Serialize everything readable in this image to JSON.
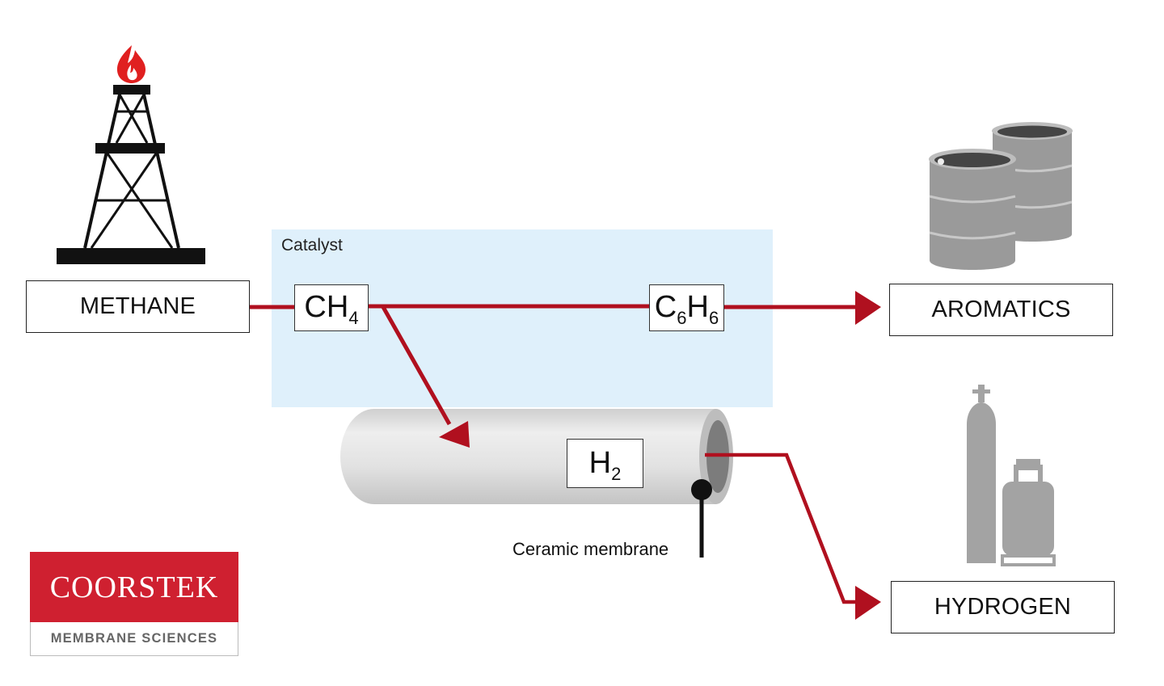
{
  "labels": {
    "methane": "METHANE",
    "aromatics": "AROMATICS",
    "hydrogen": "HYDROGEN",
    "catalyst": "Catalyst",
    "ceramic_membrane": "Ceramic membrane"
  },
  "formulas": {
    "ch4": {
      "a": "CH",
      "a_sub": "4"
    },
    "c6h6": {
      "a": "C",
      "a_sub": "6",
      "b": "H",
      "b_sub": "6"
    },
    "h2": {
      "a": "H",
      "a_sub": "2"
    }
  },
  "logo": {
    "name": "COORSTEK",
    "tagline": "MEMBRANE SCIENCES"
  },
  "colors": {
    "arrow": "#b0101f",
    "catalyst_zone": "#dff0fb",
    "brand_red": "#cf2030",
    "icon_gray": "#9a9a9a",
    "flame": "#e02020"
  },
  "icons": [
    "oil-derrick-icon",
    "flame-icon",
    "oil-barrels-icon",
    "gas-cylinders-icon"
  ]
}
